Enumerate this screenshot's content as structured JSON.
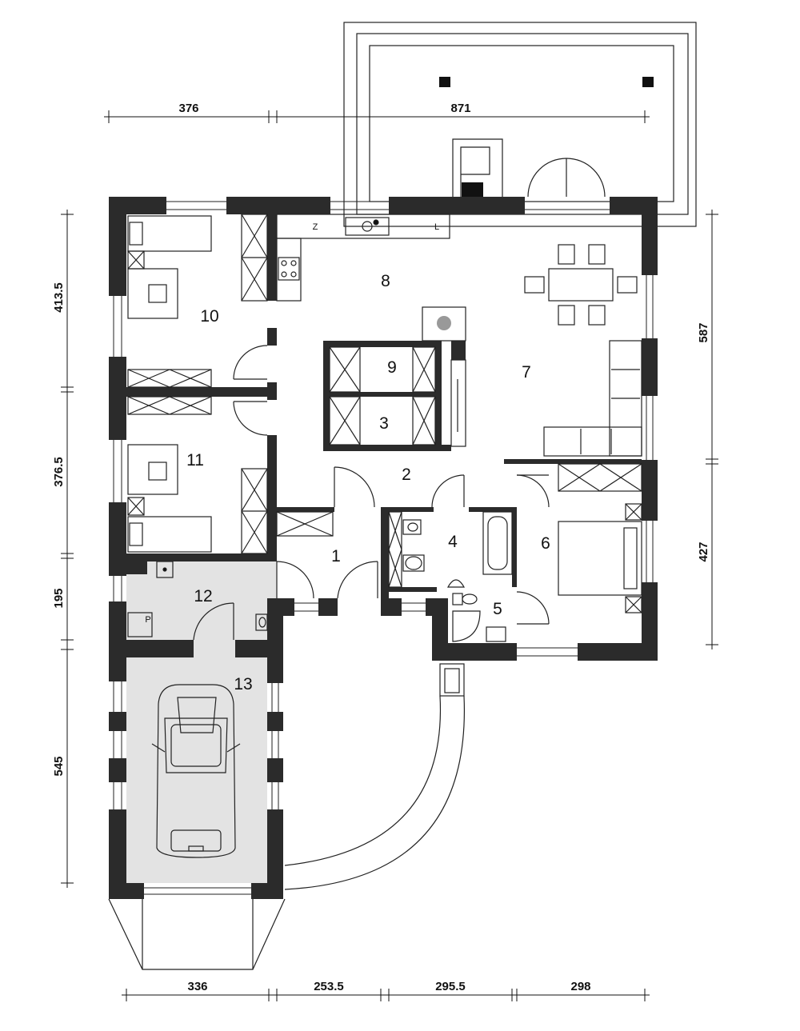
{
  "rooms": {
    "r1": "1",
    "r2": "2",
    "r3": "3",
    "r4": "4",
    "r5": "5",
    "r6": "6",
    "r7": "7",
    "r8": "8",
    "r9": "9",
    "r10": "10",
    "r11": "11",
    "r12": "12",
    "r13": "13"
  },
  "dimensions": {
    "top": [
      "376",
      "871"
    ],
    "bottom": [
      "336",
      "253.5",
      "295.5",
      "298"
    ],
    "left": [
      "413.5",
      "376.5",
      "195",
      "545"
    ],
    "right": [
      "587",
      "427"
    ]
  },
  "fixtures": {
    "fridge": "Z",
    "dishwasher": "L",
    "boiler": "P"
  },
  "colors": {
    "wall": "#2b2b2b",
    "garage_floor": "#e3e3e3",
    "line": "#222222"
  }
}
